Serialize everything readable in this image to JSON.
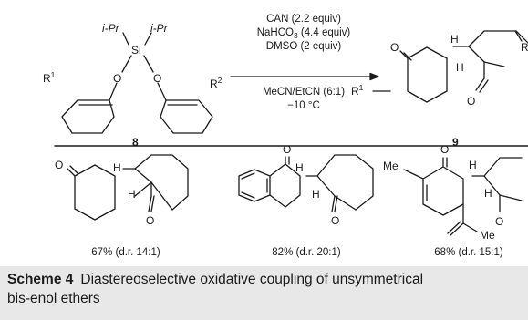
{
  "reagents": {
    "line1": "CAN (2.2 equiv)",
    "line2_prefix": "NaHCO",
    "line2_sub": "3",
    "line2_suffix": " (4.4 equiv)",
    "line3": "DMSO (2 equiv)",
    "line4": "MeCN/EtCN (6:1)",
    "line5": "−10 °C"
  },
  "substrate": {
    "compound_number": "8",
    "left_substituent": "i-Pr",
    "right_substituent": "i-Pr",
    "silicon": "Si",
    "oxygen": "O",
    "r_left_base": "R",
    "r_left_sup": "1",
    "r_right_base": "R",
    "r_right_sup": "2"
  },
  "product": {
    "compound_number": "9",
    "r_left_base": "R",
    "r_left_sup": "1",
    "r_right": "R",
    "oxygen": "O",
    "hydrogen": "H"
  },
  "examples": [
    {
      "yield_text": "67% (d.r. 14:1)"
    },
    {
      "yield_text": "82% (d.r. 20:1)"
    },
    {
      "yield_text": "68% (d.r. 15:1)",
      "methyl_label": "Me",
      "alkenyl_methyl_label": "Me"
    }
  ],
  "caption": {
    "label": "Scheme 4",
    "text_line1": "Diastereoselective oxidative coupling of unsymmetrical",
    "text_line2": "bis-enol ethers"
  }
}
